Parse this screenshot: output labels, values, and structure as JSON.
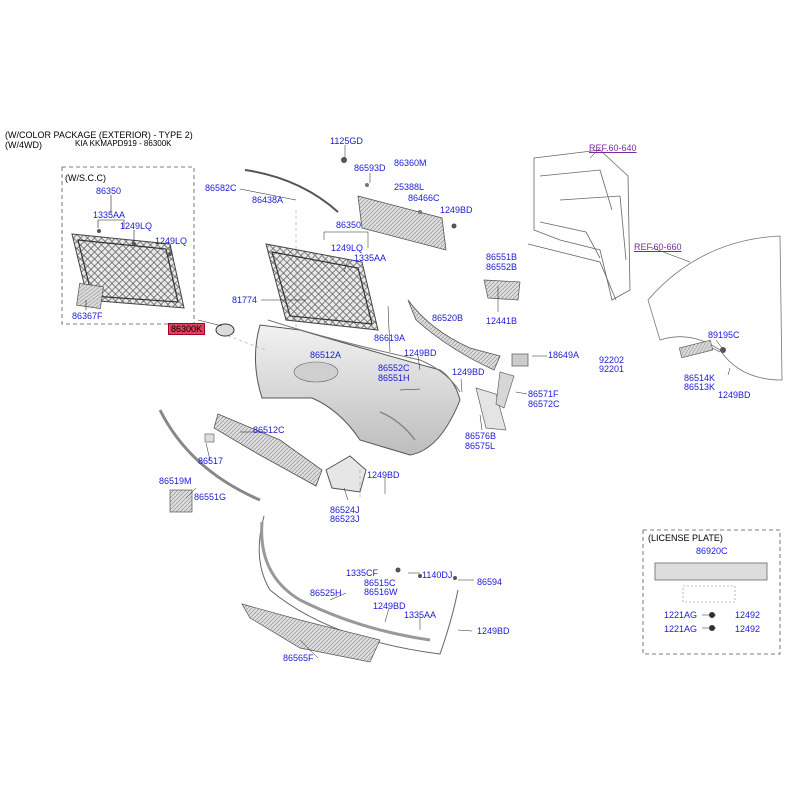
{
  "header": {
    "line1": "(W/COLOR PACKAGE (EXTERIOR) - TYPE 2)",
    "line2": "(W/4WD)",
    "model": "KIA KKMAPD919 - 86300K"
  },
  "box_scc": {
    "title": "(W/S.C.C)",
    "labels": [
      "86350",
      "1335AA",
      "1249LQ",
      "1249LQ",
      "86367F"
    ]
  },
  "box_license": {
    "title": "(LICENSE PLATE)",
    "labels": [
      "86920C",
      "1221AG",
      "12492",
      "1221AG",
      "12492"
    ]
  },
  "refs": [
    "REF.60-640",
    "REF.60-660"
  ],
  "highlight": "86300K",
  "colors": {
    "part_label": "#1a1ad6",
    "highlight": "#e0405c",
    "ref_link": "#7a2aa0"
  },
  "labels": [
    "1125GD",
    "86593D",
    "86360M",
    "86582C",
    "86438A",
    "25388L",
    "86466C",
    "1249BD",
    "86350",
    "1249LQ",
    "1335AA",
    "81774",
    "86520B",
    "86619A",
    "1249BD",
    "86512A",
    "86552C",
    "86551H",
    "1249BD",
    "86551B",
    "86552B",
    "12441B",
    "18649A",
    "92202",
    "92201",
    "86571F",
    "86572C",
    "86576B",
    "86575L",
    "86512C",
    "86517",
    "86519M",
    "86551G",
    "1249BD",
    "86524J",
    "86523J",
    "89195C",
    "86514K",
    "86513K",
    "1249BD",
    "1335CF",
    "1140DJ",
    "86594",
    "86515C",
    "86516W",
    "86525H",
    "1249BD",
    "1335AA",
    "1249BD",
    "86565F"
  ]
}
